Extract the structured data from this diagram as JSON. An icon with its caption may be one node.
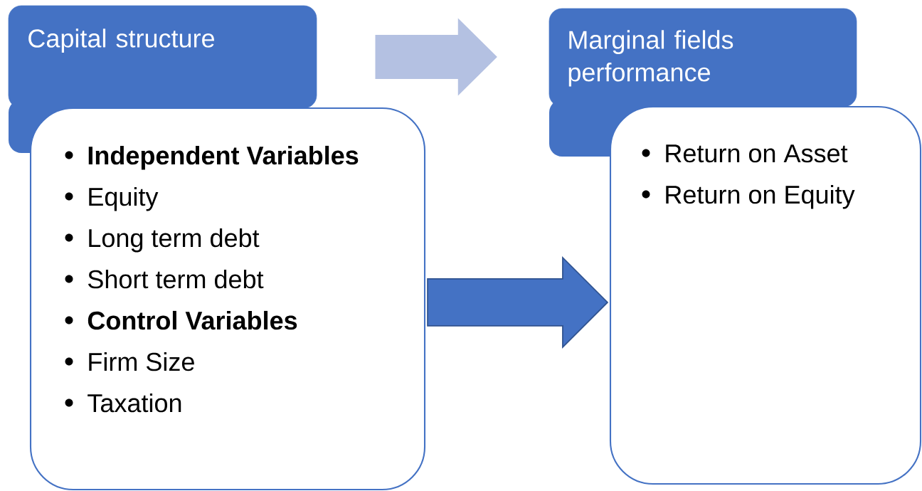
{
  "diagram": {
    "nodes": [
      {
        "text": [
          "Capital structure"
        ]
      },
      {
        "text": [
          "**Independent Variables**",
          "Equity",
          "Long term debt",
          "Short term debt",
          "**Control Variables**",
          "Firm Size",
          "Taxation"
        ]
      },
      {
        "text": [
          "Marginal fields performance"
        ]
      },
      {
        "text": [
          "Return on Asset",
          "Return on Equity"
        ]
      }
    ],
    "edges": [
      {
        "from": 0,
        "to": 2,
        "arrow": "to",
        "color": "#b4c1e2"
      },
      {
        "from": 1,
        "to": 3,
        "arrow": "to",
        "color": "#4472c4"
      }
    ]
  }
}
